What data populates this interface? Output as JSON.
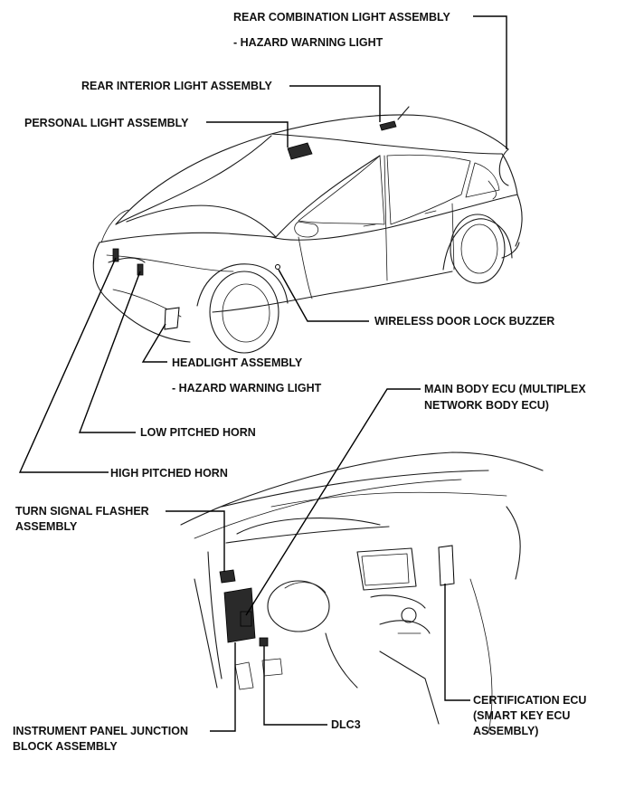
{
  "labels": {
    "rear_combination": "REAR COMBINATION LIGHT ASSEMBLY",
    "rear_combination_sub": "- HAZARD WARNING LIGHT",
    "rear_interior": "REAR INTERIOR LIGHT ASSEMBLY",
    "personal_light": "PERSONAL LIGHT ASSEMBLY",
    "wireless_buzzer": "WIRELESS DOOR LOCK BUZZER",
    "headlight": "HEADLIGHT ASSEMBLY",
    "headlight_sub": "- HAZARD WARNING LIGHT",
    "low_horn": "LOW PITCHED HORN",
    "high_horn": "HIGH PITCHED HORN",
    "main_body_ecu_1": "MAIN BODY ECU (MULTIPLEX",
    "main_body_ecu_2": "NETWORK BODY ECU)",
    "turn_signal_1": "TURN SIGNAL FLASHER",
    "turn_signal_2": "ASSEMBLY",
    "certification_1": "CERTIFICATION ECU",
    "certification_2": "(SMART KEY ECU",
    "certification_3": "ASSEMBLY)",
    "ipjb_1": "INSTRUMENT PANEL JUNCTION",
    "ipjb_2": "BLOCK ASSEMBLY",
    "dlc3": "DLC3"
  }
}
